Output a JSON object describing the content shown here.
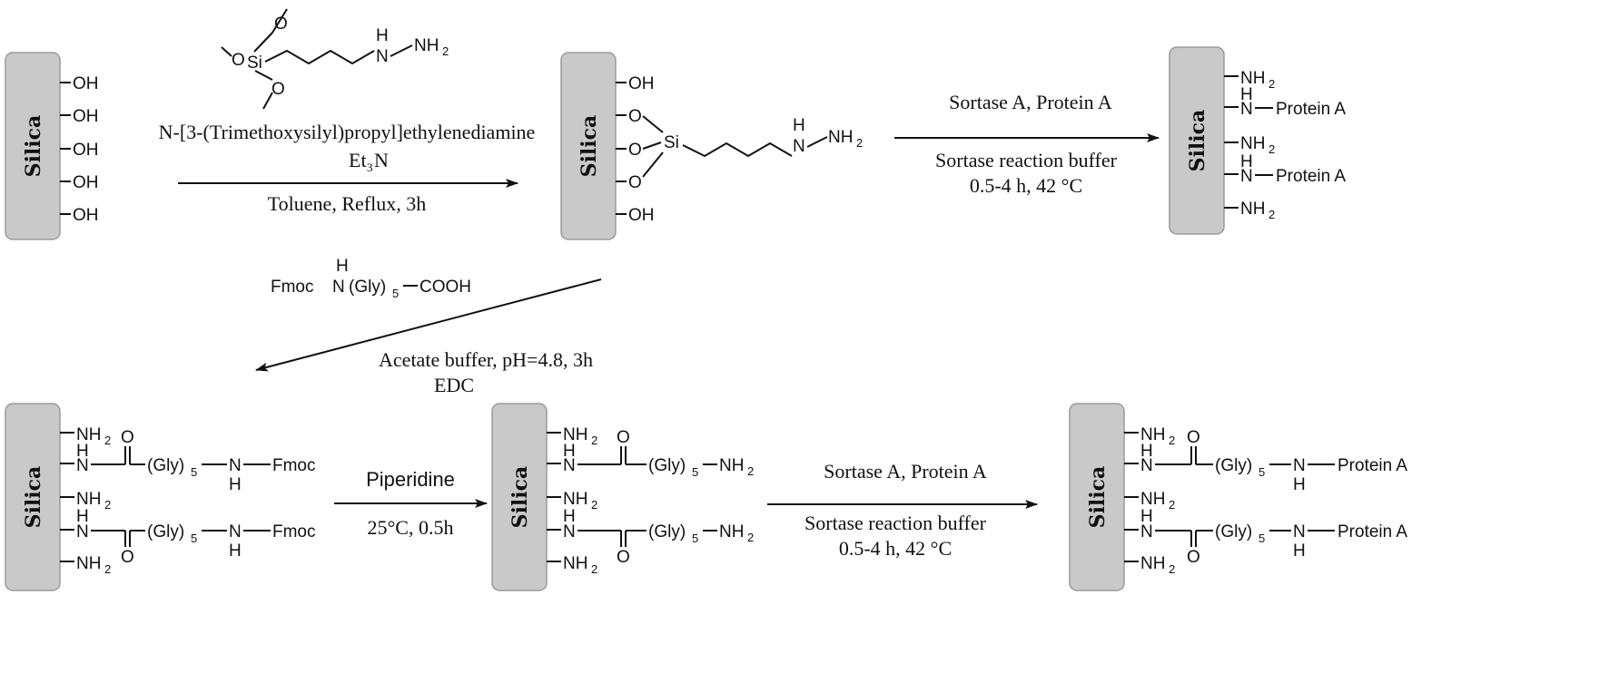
{
  "silica_label": "Silica",
  "groups": {
    "oh": "OH",
    "o": "O",
    "si": "Si",
    "n": "N",
    "h": "H",
    "nh": "NH",
    "nh2_main": "NH",
    "sub2": "2",
    "sub3": "3",
    "sub5": "5",
    "gly": "(Gly)",
    "fmoc": "Fmoc",
    "fmoc_prefix": "Fmoc",
    "cooh": "COOH",
    "protein_a": "Protein A",
    "dash_protein_a": "Protein A",
    "dash_fmoc": "Fmoc"
  },
  "reactions": {
    "r1_reagent": "N-[3-(Trimethoxysilyl)propyl]ethylenediamine",
    "r1_base_main": "Et",
    "r1_base_sub": "3",
    "r1_base_tail": "N",
    "r1_conditions": "Toluene, Reflux, 3h",
    "r2_top": "Sortase A, Protein A",
    "r2_bottom1": "Sortase reaction buffer",
    "r2_bottom2": "0.5-4 h, 42 °C",
    "r3_conditions1": "Acetate buffer, pH=4.8, 3h",
    "r3_conditions2": "EDC",
    "r4_top": "Piperidine",
    "r4_bottom": "25°C, 0.5h",
    "r5_top": "Sortase A, Protein A",
    "r5_bottom1": "Sortase reaction buffer",
    "r5_bottom2": "0.5-4 h, 42 °C"
  }
}
